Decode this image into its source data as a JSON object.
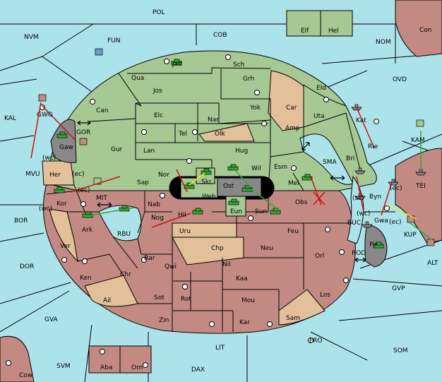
{
  "colors": {
    "sea": "#ace3ea",
    "green": "#a6c893",
    "red": "#c38a84",
    "tan": "#e2c09a",
    "gray": "#888888",
    "border": "#000000",
    "move_red": "#cc1111",
    "move_green": "#33aa33",
    "move_yellow": "#eeee11"
  },
  "labels": {
    "sea": {
      "pol": "POL",
      "nvm": "NVM",
      "fun": "FUN",
      "cob": "COB",
      "nom": "NOM",
      "ovd": "OVD",
      "kal": "KAL",
      "kam": "KAM",
      "mvu": "MVU",
      "gor": "GOR",
      "sma": "SMA",
      "mit": "MIT",
      "bor": "BOR",
      "rbu": "RBU",
      "buc": "BUC",
      "rod": "ROD",
      "dor": "DOR",
      "alt": "ALT",
      "gvp": "GVP",
      "gva": "GVA",
      "fro": "FRO",
      "som": "SOM",
      "lit": "LIT",
      "svm": "SVM",
      "dax": "DAX",
      "tei": "TEI",
      "kup": "KUP"
    },
    "land": {
      "elf": "Elf",
      "hel": "Hel",
      "con": "Con",
      "jad": "Jad",
      "sch": "Sch",
      "qua": "Qua",
      "jos": "Jos",
      "grh": "Grh",
      "eld": "Eld",
      "can": "Can",
      "car": "Car",
      "yok": "Yok",
      "uta": "Uta",
      "kat": "Kat",
      "nar": "Nar",
      "elc": "Elc",
      "tel": "Tel",
      "olk": "Olk",
      "amp": "Amp",
      "gwg": "GWG",
      "gaw": "Gaw",
      "gur": "Gur",
      "lan": "Lan",
      "hug": "Hug",
      "rie": "Rie",
      "bri": "Bri",
      "esm": "Esm",
      "wc1": "(wc)",
      "her": "Her",
      "ec1": "(ec)",
      "nor": "Nor",
      "skr": "Skr",
      "wil": "Wil",
      "sap": "Sap",
      "web": "Web",
      "ost": "Ost",
      "mel": "Mel",
      "ec2": "(ec)",
      "byn": "Byn",
      "kor": "Kor",
      "wc2": "(wc)",
      "nab": "Nab",
      "eun": "Eun",
      "sun": "Sun",
      "obs": "Obs",
      "sc1": "(sc)",
      "ec3": "(ec)",
      "gwa": "Gwa",
      "ark": "Ark",
      "nog": "Nog",
      "hil": "Hil",
      "wc3": "(wc)",
      "uru": "Uru",
      "feu": "Feu",
      "pir": "Pir",
      "ver": "Ver",
      "chp": "Chp",
      "neu": "Neu",
      "orl": "Orl",
      "bar": "Bar",
      "qwi": "Qwi",
      "nil": "Nil",
      "ken": "Ken",
      "chr": "Chr",
      "kaa": "Kaa",
      "los": "Los",
      "ail": "Ail",
      "sot": "Sot",
      "rot": "Rot",
      "mou": "Mou",
      "zin": "Zin",
      "kar": "Kar",
      "sam": "Sam",
      "aba": "Aba",
      "orn": "Orn",
      "cow": "Cow"
    }
  }
}
